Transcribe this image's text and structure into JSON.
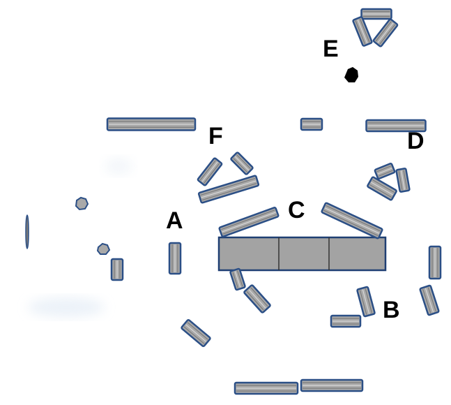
{
  "labels": {
    "a": "A",
    "b": "B",
    "c": "C",
    "d": "D",
    "e": "E",
    "f": "F"
  },
  "colors": {
    "background": "#ffffff",
    "stone_fill": "#a9a9a9",
    "stone_stripe": "#7a7a7a",
    "stone_highlight": "#d8d8d8",
    "stone_outline": "#2b4f86",
    "slab_fill": "#a3a3a3",
    "slab_outline": "#1f3f73",
    "marker": "#000000",
    "label": "#000000"
  }
}
